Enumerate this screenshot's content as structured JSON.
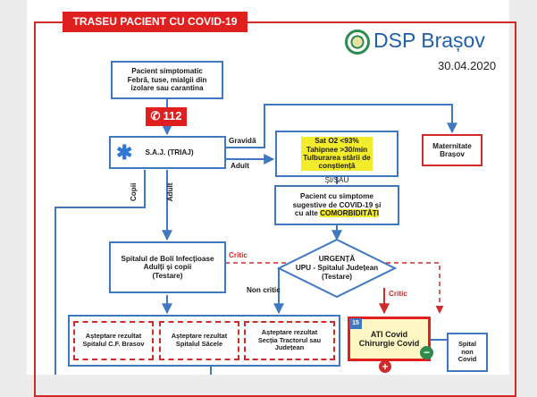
{
  "header": {
    "title": "TRASEU PACIENT CU COVID-19"
  },
  "brand": {
    "org": "DSP Brașov",
    "date": "30.04.2020"
  },
  "emergency": {
    "number": "112"
  },
  "nodes": {
    "patient": [
      "Pacient simptomatic",
      "Febră, tuse, mialgii din",
      "izolare sau carantina"
    ],
    "saj": "S.A.J. (TRIAJ)",
    "symptoms": [
      "Sat O2 <93%",
      "Tahipnee >30/min",
      "Tulburarea stării de",
      "conștiență"
    ],
    "si_sau": "ȘI/SAU",
    "maternity": [
      "Maternitate",
      "Brașov"
    ],
    "comorb_pre": [
      "Pacient cu simptome",
      "sugestive de COVID-19 și",
      "cu alte "
    ],
    "comorb_hl": "COMORBIDITĂȚI",
    "infect_hosp": [
      "Spitalul de Boli Infecțioase",
      "Adulți și copii",
      "(Testare)"
    ],
    "urgenta": [
      "URGENȚĂ",
      "UPU - Spitalul Județean",
      "(Testare)"
    ],
    "wait1": [
      "Așteptare rezultat",
      "Spitalul C.F. Brasov"
    ],
    "wait2": [
      "Așteptare rezultat",
      "Spitalul Săcele"
    ],
    "wait3": [
      "Așteptare rezultat",
      "Secția Tractorul sau",
      "Județean"
    ],
    "ati": [
      "ATI Covid",
      "Chirurgie Covid"
    ],
    "ati_badge": "15",
    "noncovid": [
      "Spital",
      "non",
      "Covid"
    ]
  },
  "edges": {
    "gravida": "Gravidă",
    "adult1": "Adult",
    "copii": "Copii",
    "adult2": "Adult",
    "critic1": "Critic",
    "non_critic": "Non critic",
    "critic2": "Critic"
  },
  "colors": {
    "accent": "#d12a2a",
    "flow": "#3e78c0",
    "highlight": "#f3ec2c"
  }
}
